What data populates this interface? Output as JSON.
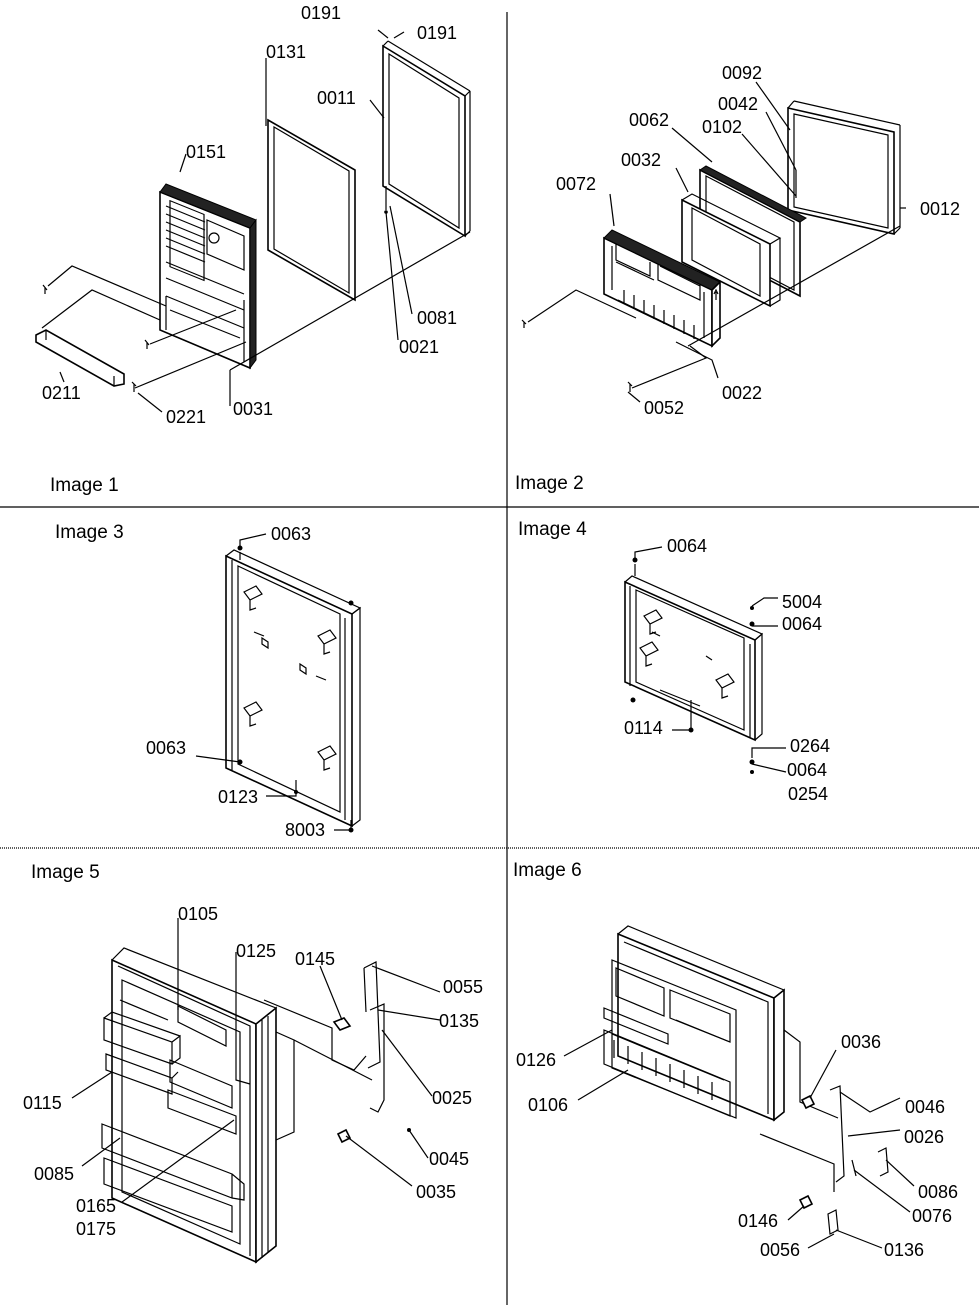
{
  "panels": [
    {
      "caption": "Image 1",
      "labels": [
        "0191",
        "0191",
        "0131",
        "0011",
        "0151",
        "0081",
        "0021",
        "0211",
        "0221",
        "0031"
      ]
    },
    {
      "caption": "Image 2",
      "labels": [
        "0092",
        "0042",
        "0102",
        "0062",
        "0032",
        "0072",
        "0012",
        "0052",
        "0022"
      ]
    },
    {
      "caption": "Image 3",
      "labels": [
        "0063",
        "0063",
        "0123",
        "8003"
      ]
    },
    {
      "caption": "Image 4",
      "labels": [
        "0064",
        "5004",
        "0064",
        "0114",
        "0264",
        "0064",
        "0254"
      ]
    },
    {
      "caption": "Image 5",
      "labels": [
        "0105",
        "0125",
        "0145",
        "0055",
        "0135",
        "0115",
        "0025",
        "0085",
        "0045",
        "0035",
        "0165",
        "0175"
      ]
    },
    {
      "caption": "Image 6",
      "labels": [
        "0036",
        "0126",
        "0046",
        "0106",
        "0026",
        "0086",
        "0076",
        "0146",
        "0136",
        "0056"
      ]
    }
  ]
}
